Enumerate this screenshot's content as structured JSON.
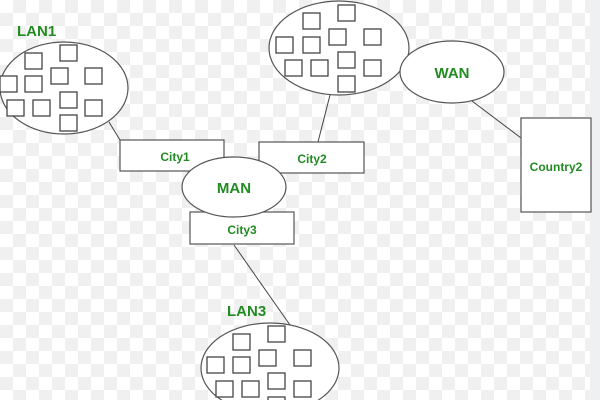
{
  "diagram": {
    "title": "LAN, MAN and WAN network diagram",
    "nodes": {
      "lan1": "LAN1",
      "lan3": "LAN3",
      "wan": "WAN",
      "man": "MAN",
      "city1": "City1",
      "city2": "City2",
      "city3": "City3",
      "country2": "Country2"
    },
    "colors": {
      "label": "#228b22",
      "stroke": "#555555"
    }
  }
}
